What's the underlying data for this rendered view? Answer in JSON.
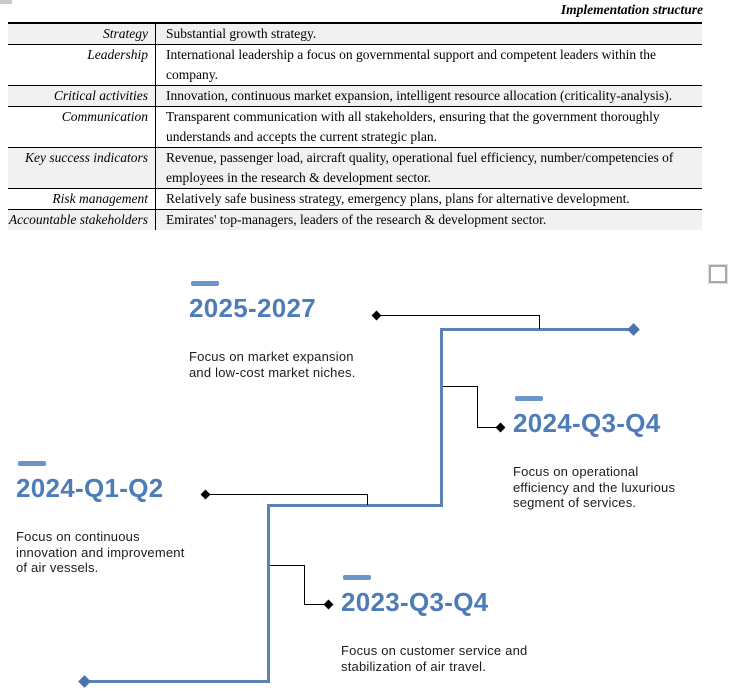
{
  "page": {
    "title": "Implementation structure"
  },
  "table": {
    "rows": [
      {
        "label": "Strategy",
        "value": "Substantial growth strategy."
      },
      {
        "label": "Leadership",
        "value": "International leadership a focus on governmental support and competent leaders within the company."
      },
      {
        "label": "Critical activities",
        "value": "Innovation, continuous market expansion, intelligent resource allocation (criticality-analysis)."
      },
      {
        "label": "Communication",
        "value": "Transparent communication with all stakeholders, ensuring that the government thoroughly understands and accepts the current strategic plan."
      },
      {
        "label": "Key success indicators",
        "value": "Revenue, passenger load, aircraft quality, operational fuel efficiency, number/competencies of employees in the research & development sector."
      },
      {
        "label": "Risk management",
        "value": "Relatively safe business strategy, emergency plans, plans for alternative development."
      },
      {
        "label": "Accountable stakeholders",
        "value": "Emirates' top-managers, leaders of the research & development sector."
      }
    ]
  },
  "timeline": {
    "milestones": [
      {
        "period": "2025-2027",
        "description": "Focus on market expansion and low-cost market niches."
      },
      {
        "period": "2024-Q3-Q4",
        "description": "Focus on operational efficiency and the luxurious segment of services."
      },
      {
        "period": "2024-Q1-Q2",
        "description": "Focus on continuous innovation and improvement of air vessels."
      },
      {
        "period": "2023-Q3-Q4",
        "description": "Focus on customer service and stabilization of air travel."
      }
    ],
    "colors": {
      "heading": "#4d7cb8",
      "dash": "#6b94c8",
      "line": "#5a82b4",
      "diamond": "#4a74ad",
      "connector": "#000000"
    }
  }
}
